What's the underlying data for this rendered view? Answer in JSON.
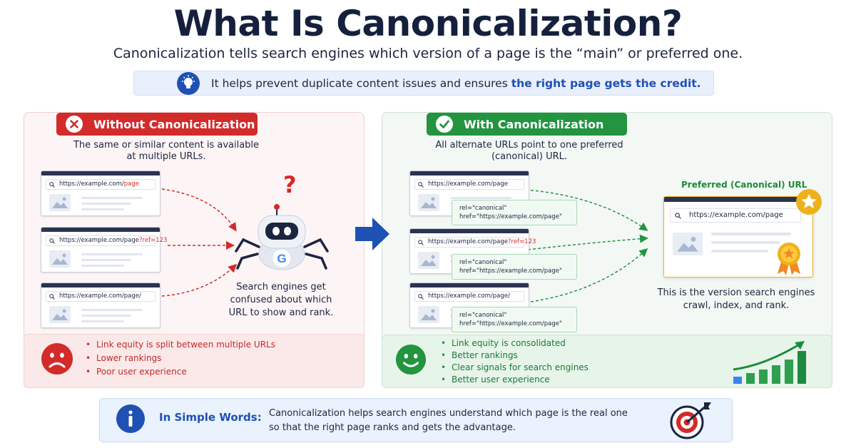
{
  "title": "What Is Canonicalization?",
  "subtitle": "Canonicalization tells search engines which version of a page is the “main” or preferred one.",
  "tip": {
    "text": "It helps prevent duplicate content issues and ensures ",
    "emphasis": "the right page gets the credit.",
    "icon": "lightbulb-icon"
  },
  "without": {
    "badge": "Without Canonicalization",
    "description_line1": "The same or similar content is available",
    "description_line2": "at multiple URLs.",
    "cards": [
      {
        "url_base": "https://example.com/",
        "url_highlight": "page"
      },
      {
        "url_base": "https://example.com/page",
        "url_highlight": "?ref=123"
      },
      {
        "url_base": "https://example.com/page/",
        "url_highlight": ""
      }
    ],
    "robot_text_line1": "Search engines get",
    "robot_text_line2": "confused about which",
    "robot_text_line3": "URL to show and rank.",
    "robot_logo_letter": "G",
    "question_mark": "?",
    "bullets": [
      "Link equity is split between multiple URLs",
      "Lower rankings",
      "Poor user experience"
    ]
  },
  "with": {
    "badge": "With Canonicalization",
    "description_line1": "All alternate URLs point to one preferred",
    "description_line2": "(canonical) URL.",
    "cards": [
      {
        "url_base": "https://example.com/page",
        "url_highlight": ""
      },
      {
        "url_base": "https://example.com/page",
        "url_highlight": "?ref=123"
      },
      {
        "url_base": "https://example.com/page/",
        "url_highlight": ""
      }
    ],
    "canonical_line1": "rel=\"canonical\"",
    "canonical_line2": "href=\"https://example.com/page\"",
    "preferred_label": "Preferred (Canonical) URL",
    "preferred_url": "https://example.com/page",
    "result_line1": "This is the version search engines",
    "result_line2": "crawl, index, and rank.",
    "bullets": [
      "Link equity is consolidated",
      "Better rankings",
      "Clear signals for search engines",
      "Better user experience"
    ]
  },
  "simple_words": {
    "label": "In Simple Words:",
    "line1": "Canonicalization helps search engines understand which page is the real one",
    "line2": "so that the right page ranks and gets the advantage."
  },
  "colors": {
    "navy": "#15203d",
    "blue": "#1f50b3",
    "red": "#d32a2a",
    "green": "#23943f",
    "gold": "#efb11b"
  }
}
